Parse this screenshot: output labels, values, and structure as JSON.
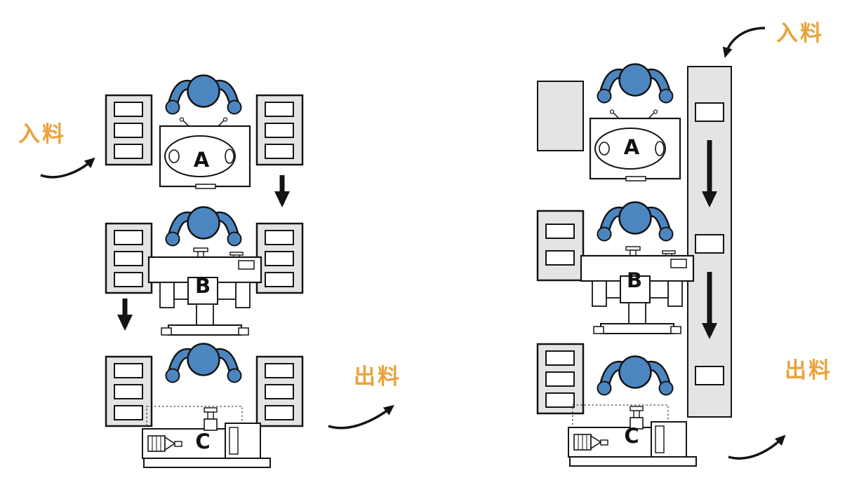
{
  "colors": {
    "accent_orange": "#E8A33C",
    "robot_blue": "#4C86C0",
    "rack_fill": "#E4E4E4",
    "outline_color": "#141414"
  },
  "left_line": {
    "input_label": "入料",
    "output_label": "出料",
    "stations": [
      {
        "label": "A"
      },
      {
        "label": "B"
      },
      {
        "label": "C"
      }
    ]
  },
  "right_line": {
    "input_label": "入料",
    "output_label": "出料",
    "stations": [
      {
        "label": "A"
      },
      {
        "label": "B"
      },
      {
        "label": "C"
      }
    ]
  }
}
